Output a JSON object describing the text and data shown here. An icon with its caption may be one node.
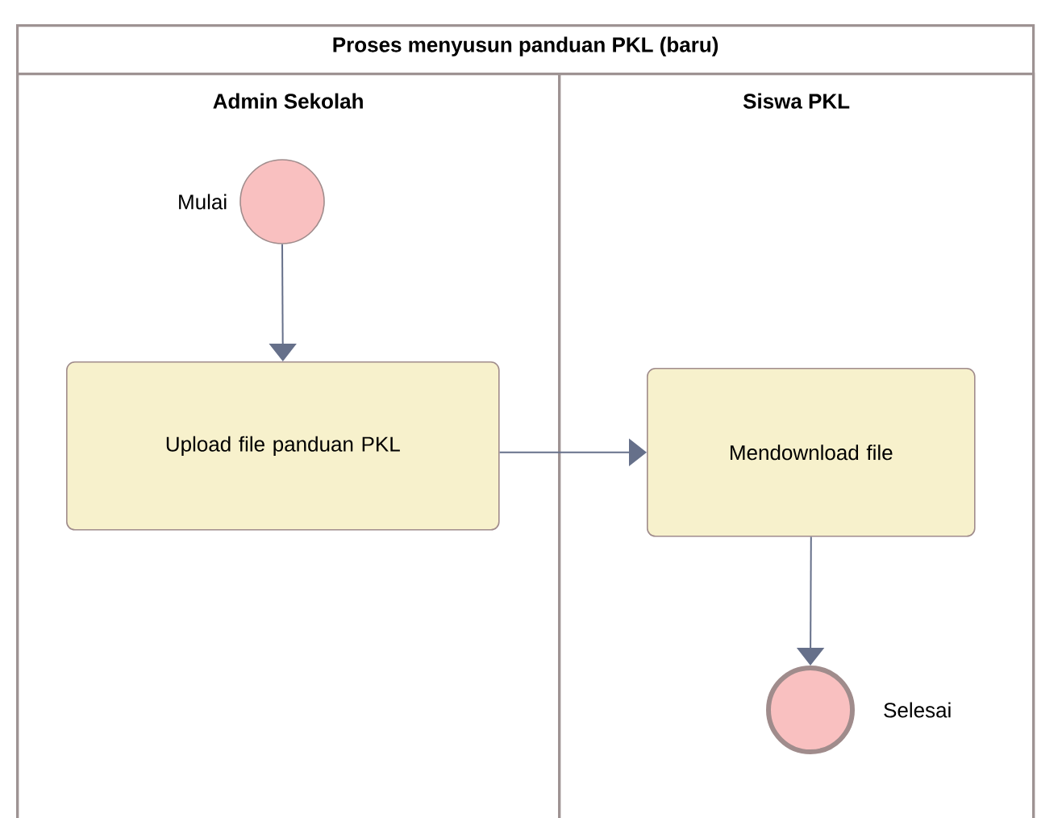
{
  "diagram": {
    "nodes": [
      {
        "text": [
          "Proses menyusun panduan PKL (baru)"
        ]
      },
      {
        "text": [
          "Admin Sekolah"
        ],
        "in": 0
      },
      {
        "text": [
          "Siswa PKL"
        ],
        "in": 0
      },
      {
        "text": [],
        "shape": "circle",
        "beside": [
          "Mulai"
        ],
        "in": 1
      },
      {
        "text": [
          "Upload file panduan PKL"
        ],
        "in": 1
      },
      {
        "text": [
          "Mendownload file"
        ],
        "in": 2
      },
      {
        "text": [],
        "shape": "circle",
        "beside": [
          "Selesai"
        ],
        "in": 2
      }
    ],
    "edges": [
      {
        "from": 3,
        "to": 4,
        "arrow": "to"
      },
      {
        "from": 4,
        "to": 5,
        "arrow": "to"
      },
      {
        "from": 5,
        "to": 6,
        "arrow": "to"
      }
    ]
  }
}
